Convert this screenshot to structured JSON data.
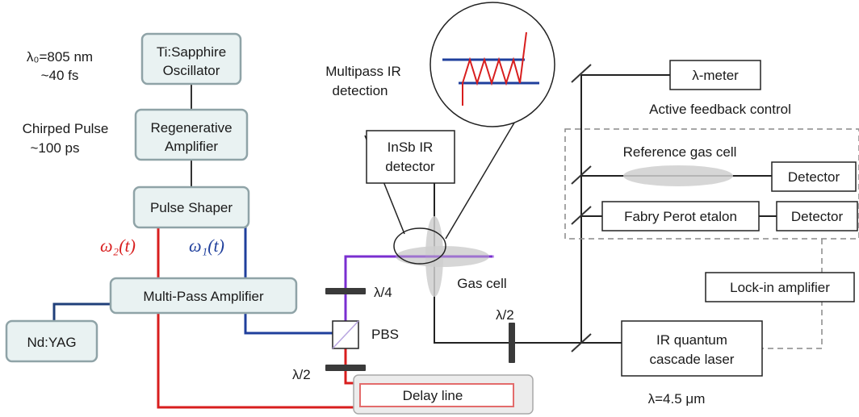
{
  "title": "",
  "laser_chain": {
    "oscillator": [
      "Ti:Sapphire",
      "Oscillator"
    ],
    "regen_amp": [
      "Regenerative",
      "Amplifier"
    ],
    "pulse_shaper": "Pulse Shaper",
    "multipass_amp": "Multi-Pass Amplifier",
    "pump": "Nd:YAG"
  },
  "source_specs": {
    "wavelength": "λ₀=805 nm",
    "duration": "~40 fs",
    "chirped_label": "Chirped Pulse",
    "chirped_duration": "~100 ps"
  },
  "beams": {
    "omega2": "ω₂(t)",
    "omega1": "ω₁(t)"
  },
  "optics": {
    "quarter_wave": "λ/4",
    "half_wave_left": "λ/2",
    "pbs": "PBS",
    "half_wave_ir": "λ/2",
    "delay_line": "Delay line"
  },
  "detection": {
    "inset_caption": [
      "Multipass IR",
      "detection"
    ],
    "insb_detector": [
      "InSb IR",
      "detector"
    ],
    "gas_cell": "Gas cell"
  },
  "feedback": {
    "lambda_meter": "λ-meter",
    "title": "Active feedback control",
    "reference_cell": "Reference gas cell",
    "detector_1": "Detector",
    "etalon": "Fabry Perot etalon",
    "detector_2": "Detector",
    "lockin": "Lock-in amplifier",
    "qcl": [
      "IR quantum",
      "cascade laser"
    ],
    "qcl_wavelength": "λ=4.5 μm"
  },
  "colors": {
    "box_fill": "#e9f2f2",
    "box_stroke": "#8fa3a7",
    "red_beam": "#d81e1e",
    "blue_beam": "#1f3f9c",
    "purple_beam": "#7a2fd0",
    "ir_beam": "#222222",
    "mirror": "#333333",
    "waveplate": "#3a3a3a",
    "gas_fill": "#cfcfcf",
    "dashed_frame": "#888888"
  }
}
